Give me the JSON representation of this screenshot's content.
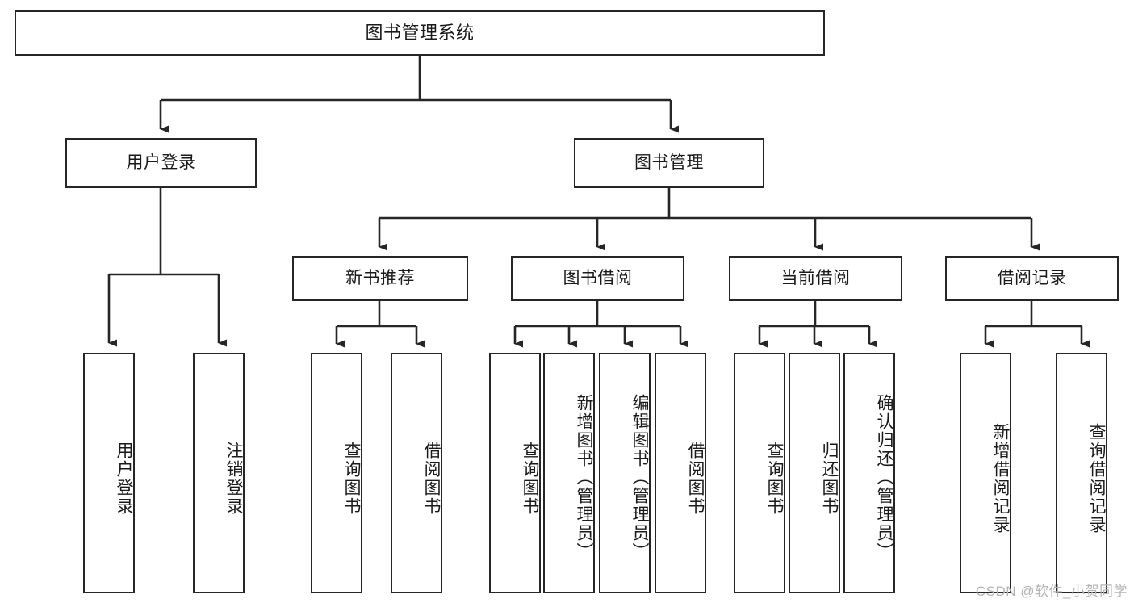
{
  "diagram": {
    "title": "图书管理系统",
    "watermark": "CSDN @软件_小贺同学",
    "line_color": "#262626",
    "box_fill": "#ffffff",
    "text_color": "#1a1a1a",
    "watermark_color": "#b4b4b4"
  },
  "nodes": {
    "root": {
      "label": "图书管理系统"
    },
    "level2": [
      {
        "id": "user-login",
        "label": "用户登录"
      },
      {
        "id": "book-manage",
        "label": "图书管理"
      }
    ],
    "level3": [
      {
        "id": "new-book-recommend",
        "label": "新书推荐"
      },
      {
        "id": "book-borrow",
        "label": "图书借阅"
      },
      {
        "id": "current-borrow",
        "label": "当前借阅"
      },
      {
        "id": "borrow-record",
        "label": "借阅记录"
      }
    ],
    "leaves": {
      "user_login": [
        {
          "id": "leaf-user-login",
          "label": "用户登录"
        },
        {
          "id": "leaf-logout-login",
          "label": "注销登录"
        }
      ],
      "new_book_recommend": [
        {
          "id": "leaf-query-book-1",
          "label": "查询图书"
        },
        {
          "id": "leaf-borrow-book-1",
          "label": "借阅图书"
        }
      ],
      "book_borrow": [
        {
          "id": "leaf-query-book-2",
          "label": "查询图书"
        },
        {
          "id": "leaf-add-book",
          "label": "新增图书（管理员）"
        },
        {
          "id": "leaf-edit-book",
          "label": "编辑图书（管理员）"
        },
        {
          "id": "leaf-borrow-book-2",
          "label": "借阅图书"
        }
      ],
      "current_borrow": [
        {
          "id": "leaf-query-book-3",
          "label": "查询图书"
        },
        {
          "id": "leaf-return-book",
          "label": "归还图书"
        },
        {
          "id": "leaf-confirm-return",
          "label": "确认归还（管理员）"
        }
      ],
      "borrow_record": [
        {
          "id": "leaf-add-record",
          "label": "新增借阅记录"
        },
        {
          "id": "leaf-query-record",
          "label": "查询借阅记录"
        }
      ]
    }
  }
}
